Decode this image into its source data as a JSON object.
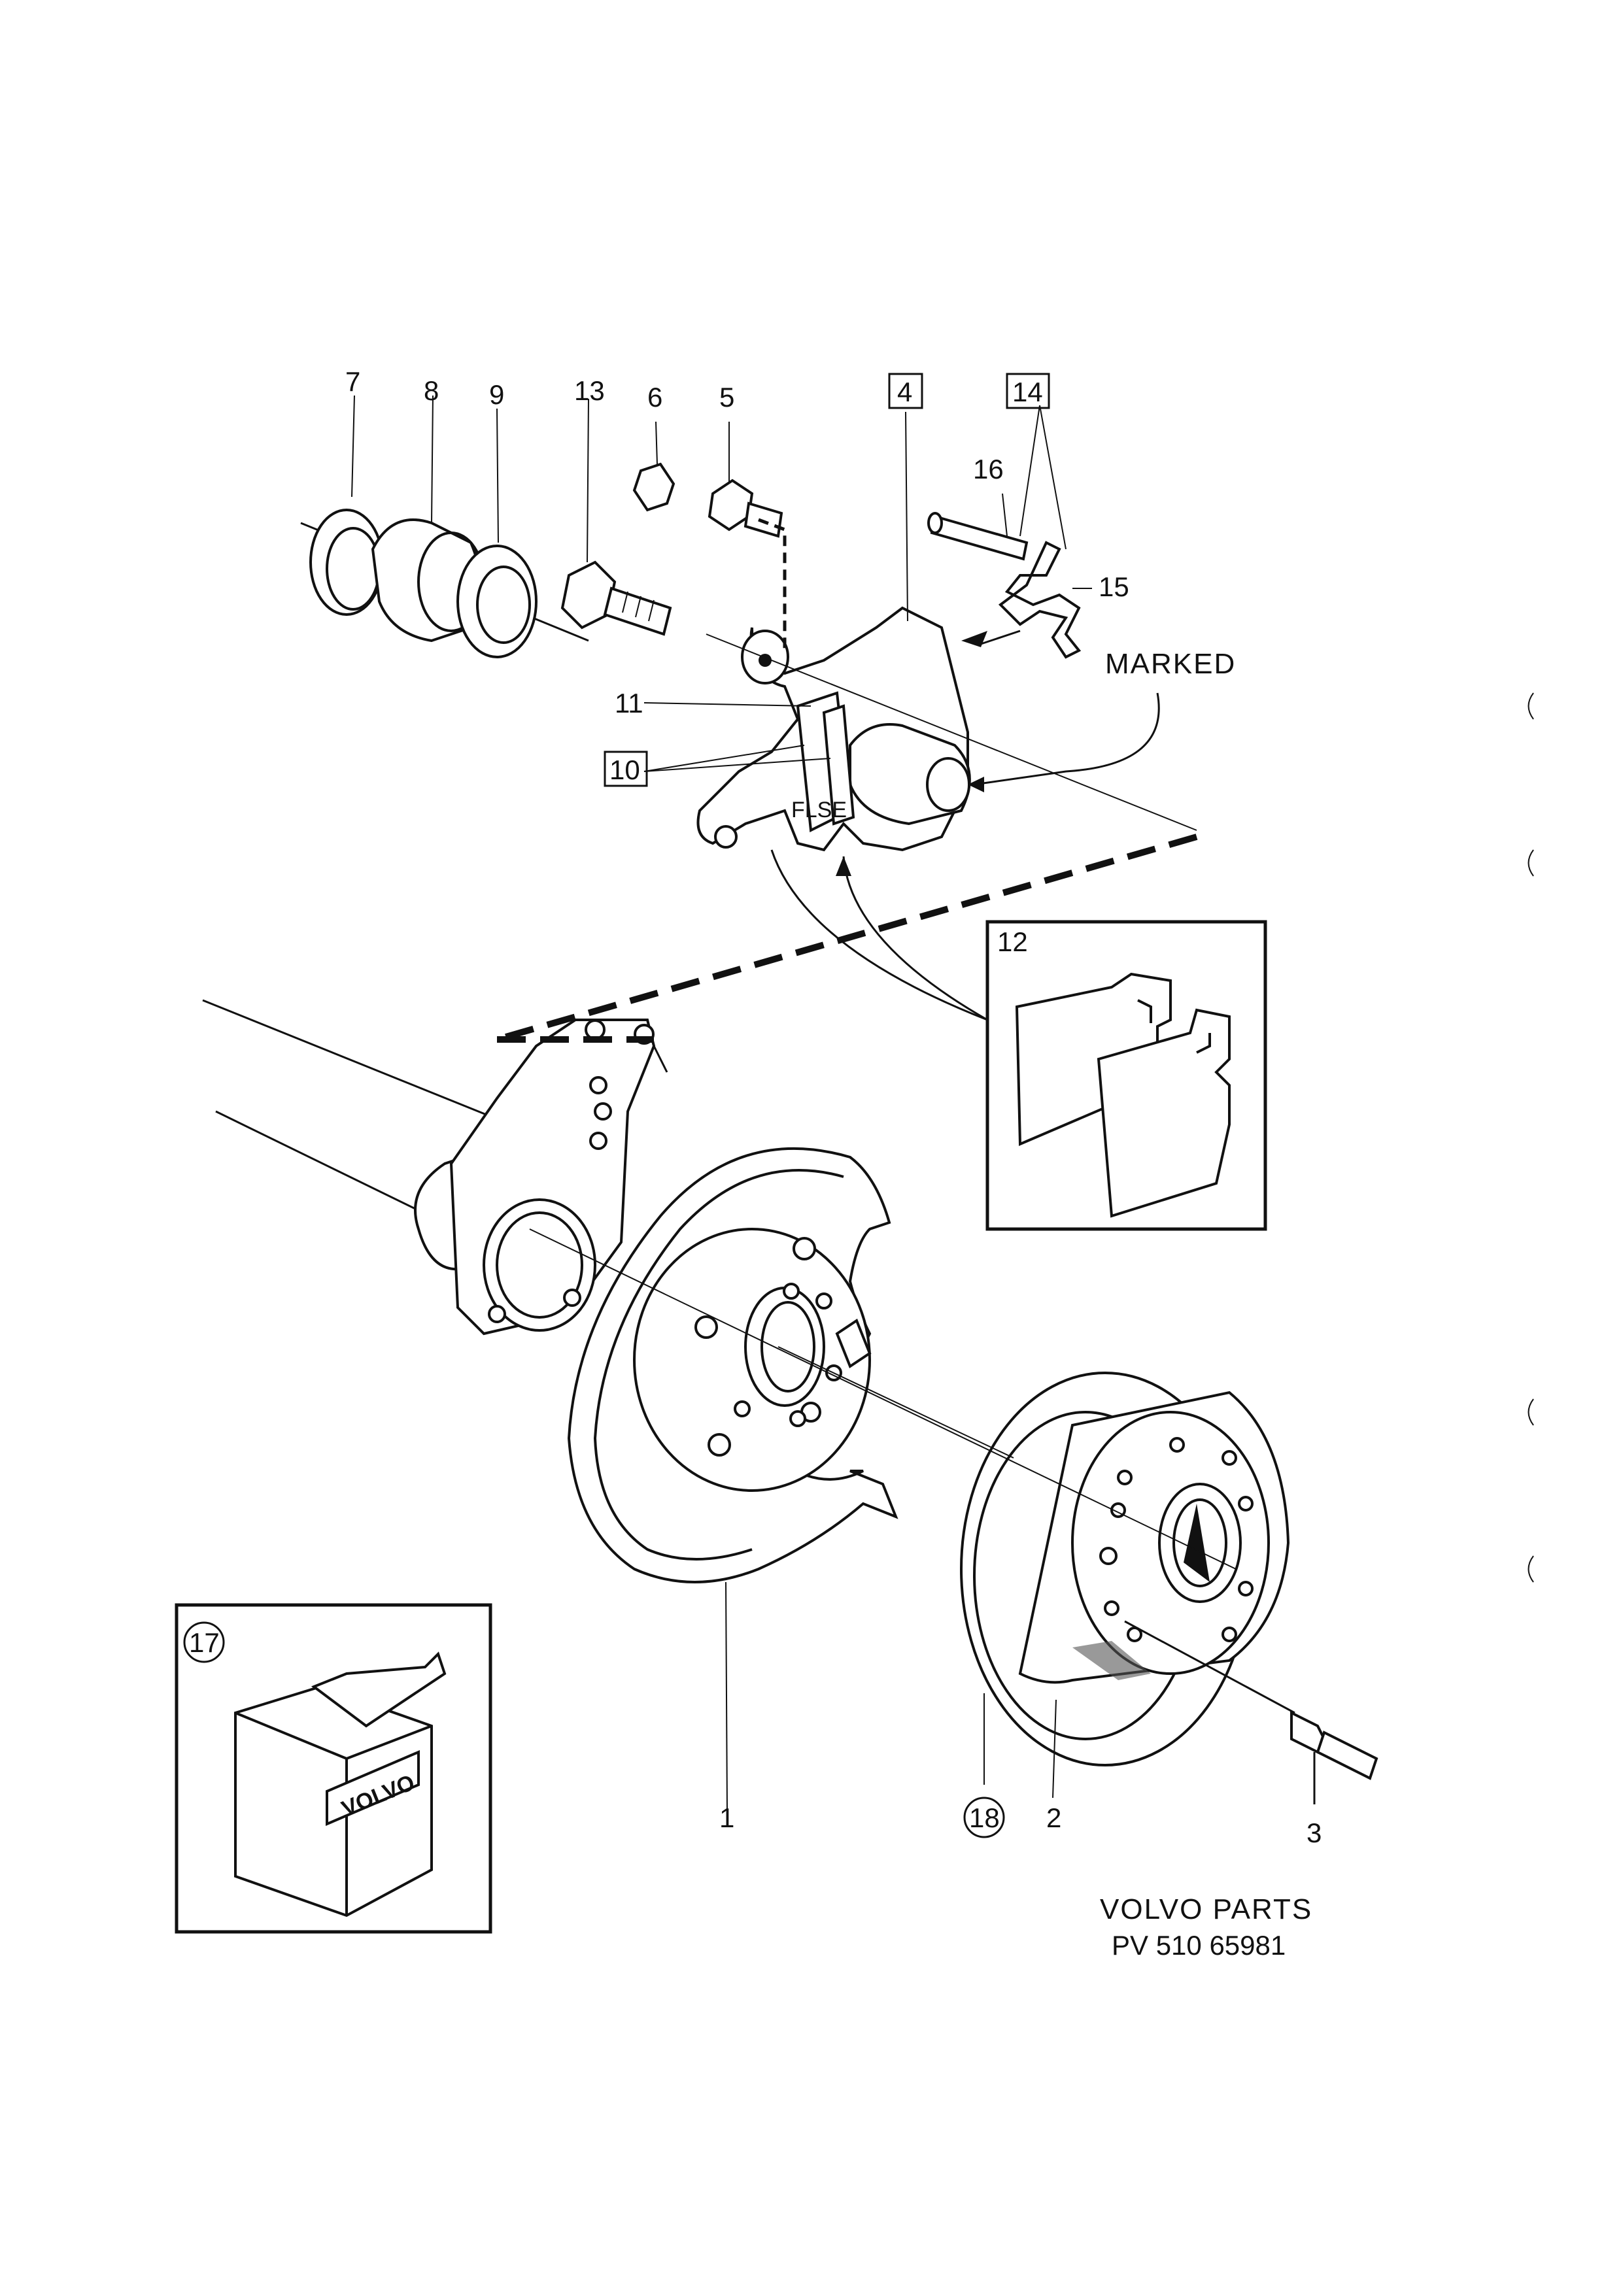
{
  "labels": {
    "p1": "1",
    "p2": "2",
    "p3": "3",
    "p4": "4",
    "p5": "5",
    "p6": "6",
    "p7": "7",
    "p8": "8",
    "p9": "9",
    "p10": "10",
    "p11": "11",
    "p12": "12",
    "p13": "13",
    "p14": "14",
    "p15": "15",
    "p16": "16",
    "p17": "17",
    "p18": "18"
  },
  "annotation": {
    "marked": "MARKED",
    "box_brand": "VOLVO"
  },
  "footer": {
    "title": "VOLVO PARTS",
    "code": "PV 510 65981"
  }
}
